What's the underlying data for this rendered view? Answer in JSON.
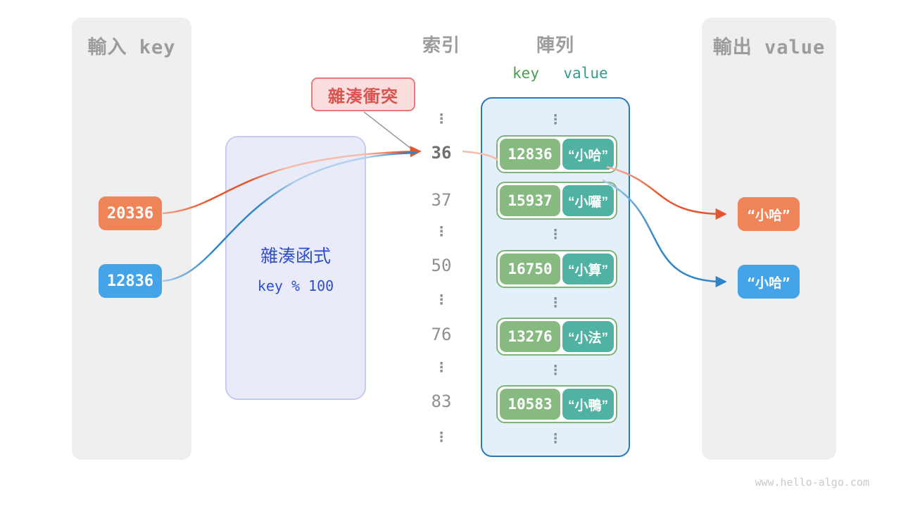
{
  "page": {
    "watermark": "www.hello-algo.com"
  },
  "icons": {
    "vertical_ellipsis": "⋮"
  },
  "colors": {
    "panel_bg": "#efefef",
    "title_gray": "#9c9c9c",
    "input_orange": "#f08459",
    "input_blue": "#45a3e8",
    "hash_box_bg": "#e9ebf8",
    "hash_box_border": "#c5ccf0",
    "hash_text_blue": "#2f4fc7",
    "badge_bg": "#fadede",
    "badge_border": "#e57a7a",
    "badge_text": "#d9534f",
    "array_bg": "#e3f0fa",
    "array_border": "#2979bd",
    "pair_border_green": "#7db377",
    "key_green": "#87ba80",
    "value_teal": "#4fb2a3",
    "key_header_green": "#48a14f",
    "value_header_teal": "#2f9d90",
    "arrow_orange": "#e4572e",
    "arrow_blue": "#2e86c9"
  },
  "input_panel": {
    "title": "輸入 key",
    "items": [
      {
        "label": "20336",
        "color": "#f08459"
      },
      {
        "label": "12836",
        "color": "#45a3e8"
      }
    ]
  },
  "hash_function": {
    "title": "雜湊函式",
    "formula": "key % 100"
  },
  "collision_badge": {
    "label": "雜湊衝突"
  },
  "index_column": {
    "title": "索引",
    "items": [
      "⋮",
      "36",
      "37",
      "⋮",
      "50",
      "⋮",
      "76",
      "⋮",
      "83",
      "⋮"
    ],
    "highlighted_index": "36"
  },
  "array_column": {
    "title": "陣列",
    "key_header": "key",
    "value_header": "value",
    "rows": [
      {
        "key": "12836",
        "value": "“小哈”"
      },
      {
        "key": "15937",
        "value": "“小囉”"
      },
      {
        "key": "16750",
        "value": "“小算”"
      },
      {
        "key": "13276",
        "value": "“小法”"
      },
      {
        "key": "10583",
        "value": "“小鴨”"
      }
    ]
  },
  "output_panel": {
    "title": "輸出 value",
    "items": [
      {
        "label": "“小哈”",
        "color": "#f08459"
      },
      {
        "label": "“小哈”",
        "color": "#45a3e8"
      }
    ]
  }
}
